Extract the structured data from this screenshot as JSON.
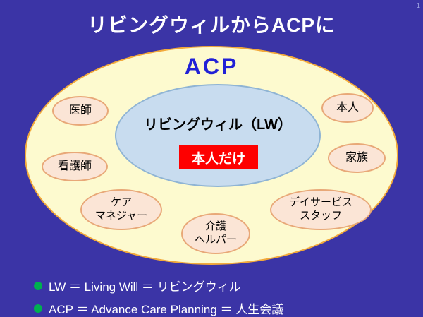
{
  "slide": {
    "title": "リビングウィルからACPに",
    "page_number": "1",
    "diagram": {
      "acp_label": "ACP",
      "lw_label": "リビングウィル（LW）",
      "red_box_label": "本人だけ",
      "nodes": [
        {
          "id": "doctor",
          "label": "医師"
        },
        {
          "id": "nurse",
          "label": "看護師"
        },
        {
          "id": "care-manager",
          "label": "ケア\nマネジャー"
        },
        {
          "id": "care-helper",
          "label": "介護\nヘルパー"
        },
        {
          "id": "day-service-staff",
          "label": "デイサービス\nスタッフ"
        },
        {
          "id": "family",
          "label": "家族"
        },
        {
          "id": "self",
          "label": "本人"
        }
      ]
    },
    "footer": {
      "lines": [
        "LW ＝ Living Will ＝ リビングウィル",
        "ACP ＝ Advance Care Planning ＝ 人生会議"
      ]
    },
    "colors": {
      "background": "#3B34A6",
      "acp_fill": "#FDFACF",
      "acp_border": "#F2A93B",
      "lw_fill": "#C8DCEF",
      "lw_border": "#8FB4D4",
      "node_fill": "#FBE5D6",
      "node_border": "#E8A878",
      "red_box_fill": "#FE0000",
      "acp_label_color": "#2121D6",
      "bullet_green": "#00B050",
      "title_color": "#FFFFFF"
    }
  }
}
